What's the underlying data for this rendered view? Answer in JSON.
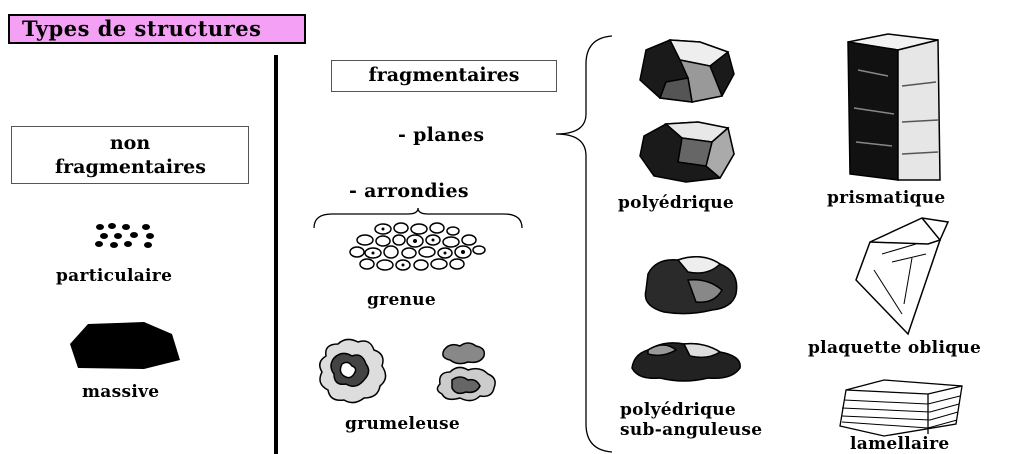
{
  "title": "Types de structures",
  "non_fragmentaires": {
    "heading": "non fragmentaires",
    "items": [
      {
        "label": "particulaire",
        "icon": "particulate-dots-icon"
      },
      {
        "label": "massive",
        "icon": "massive-block-icon"
      }
    ]
  },
  "fragmentaires": {
    "heading": "fragmentaires",
    "planes_label": "- planes",
    "arrondies_label": "- arrondies",
    "arrondies_items": [
      {
        "label": "grenue",
        "icon": "grenue-grains-icon"
      },
      {
        "label": "grumeleuse",
        "icon": "grumeleuse-crumbs-icon"
      }
    ],
    "planes_items": [
      {
        "label": "polyédrique",
        "icon": "polyedrique-blocks-icon"
      },
      {
        "label": "prismatique",
        "icon": "prismatique-column-icon"
      },
      {
        "label_line1": "polyédrique",
        "label_line2": "sub-anguleuse",
        "icon": "subangular-blocks-icon"
      },
      {
        "label": "plaquette oblique",
        "icon": "oblique-plate-icon"
      },
      {
        "label": "lamellaire",
        "icon": "lamellar-layers-icon"
      }
    ]
  }
}
